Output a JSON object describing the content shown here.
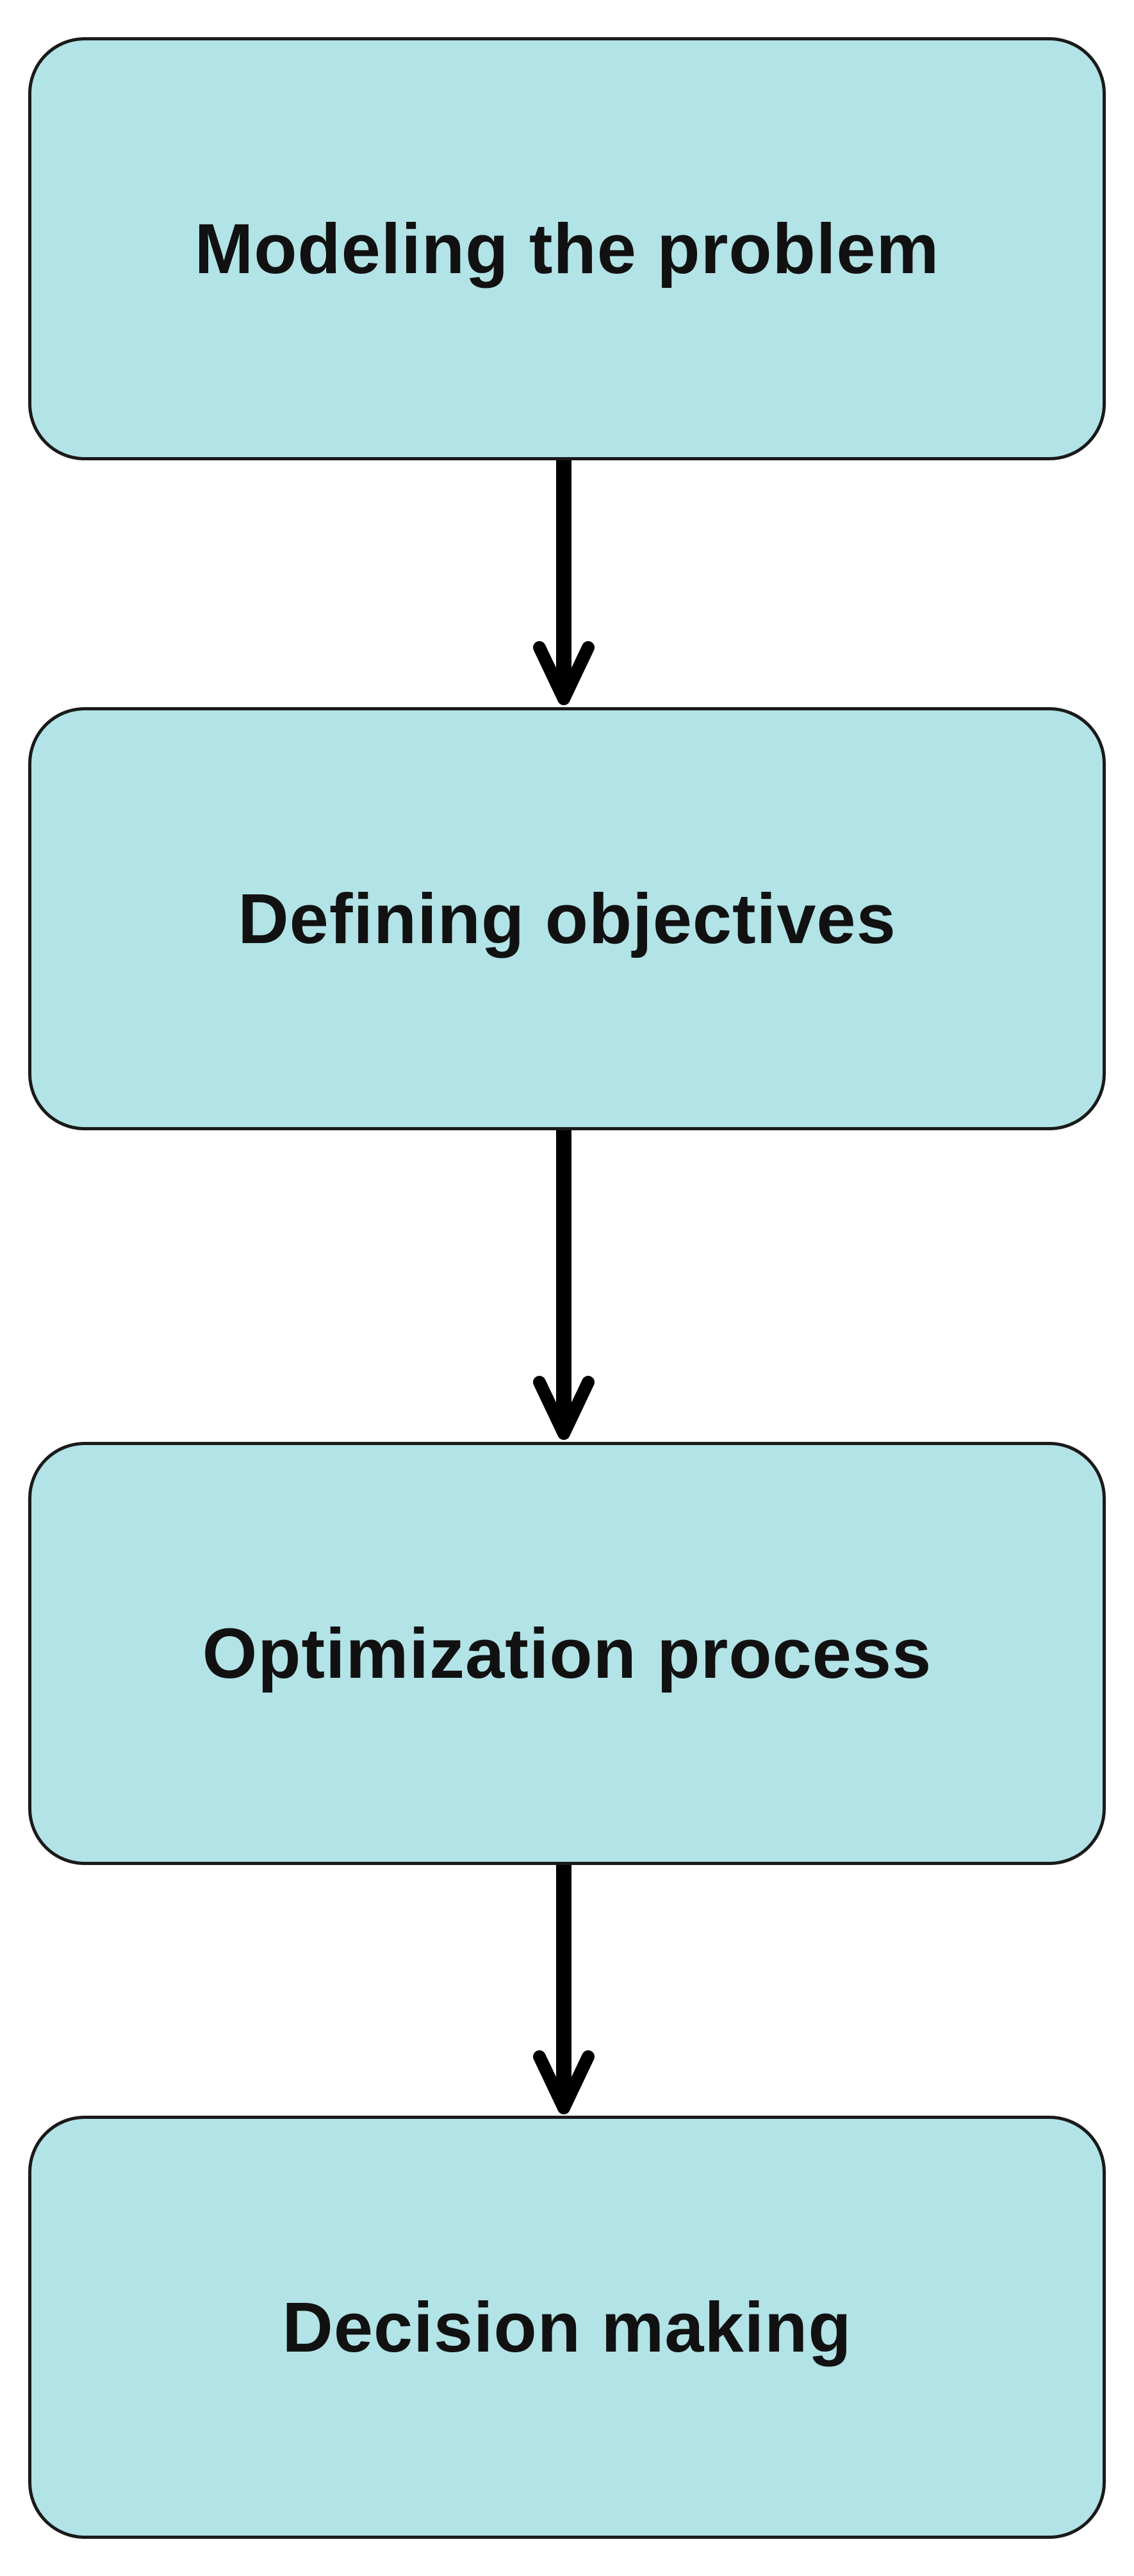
{
  "diagram": {
    "type": "flowchart",
    "direction": "top-to-bottom",
    "box_fill": "#b2e3e6",
    "box_border": "#1a1a1a",
    "arrow_color": "#000000",
    "steps": [
      {
        "label": "Modeling the problem"
      },
      {
        "label": "Defining objectives"
      },
      {
        "label": "Optimization process"
      },
      {
        "label": "Decision making"
      }
    ],
    "edges": [
      {
        "from": "Modeling the problem",
        "to": "Defining objectives"
      },
      {
        "from": "Defining objectives",
        "to": "Optimization process"
      },
      {
        "from": "Optimization process",
        "to": "Decision making"
      }
    ]
  }
}
